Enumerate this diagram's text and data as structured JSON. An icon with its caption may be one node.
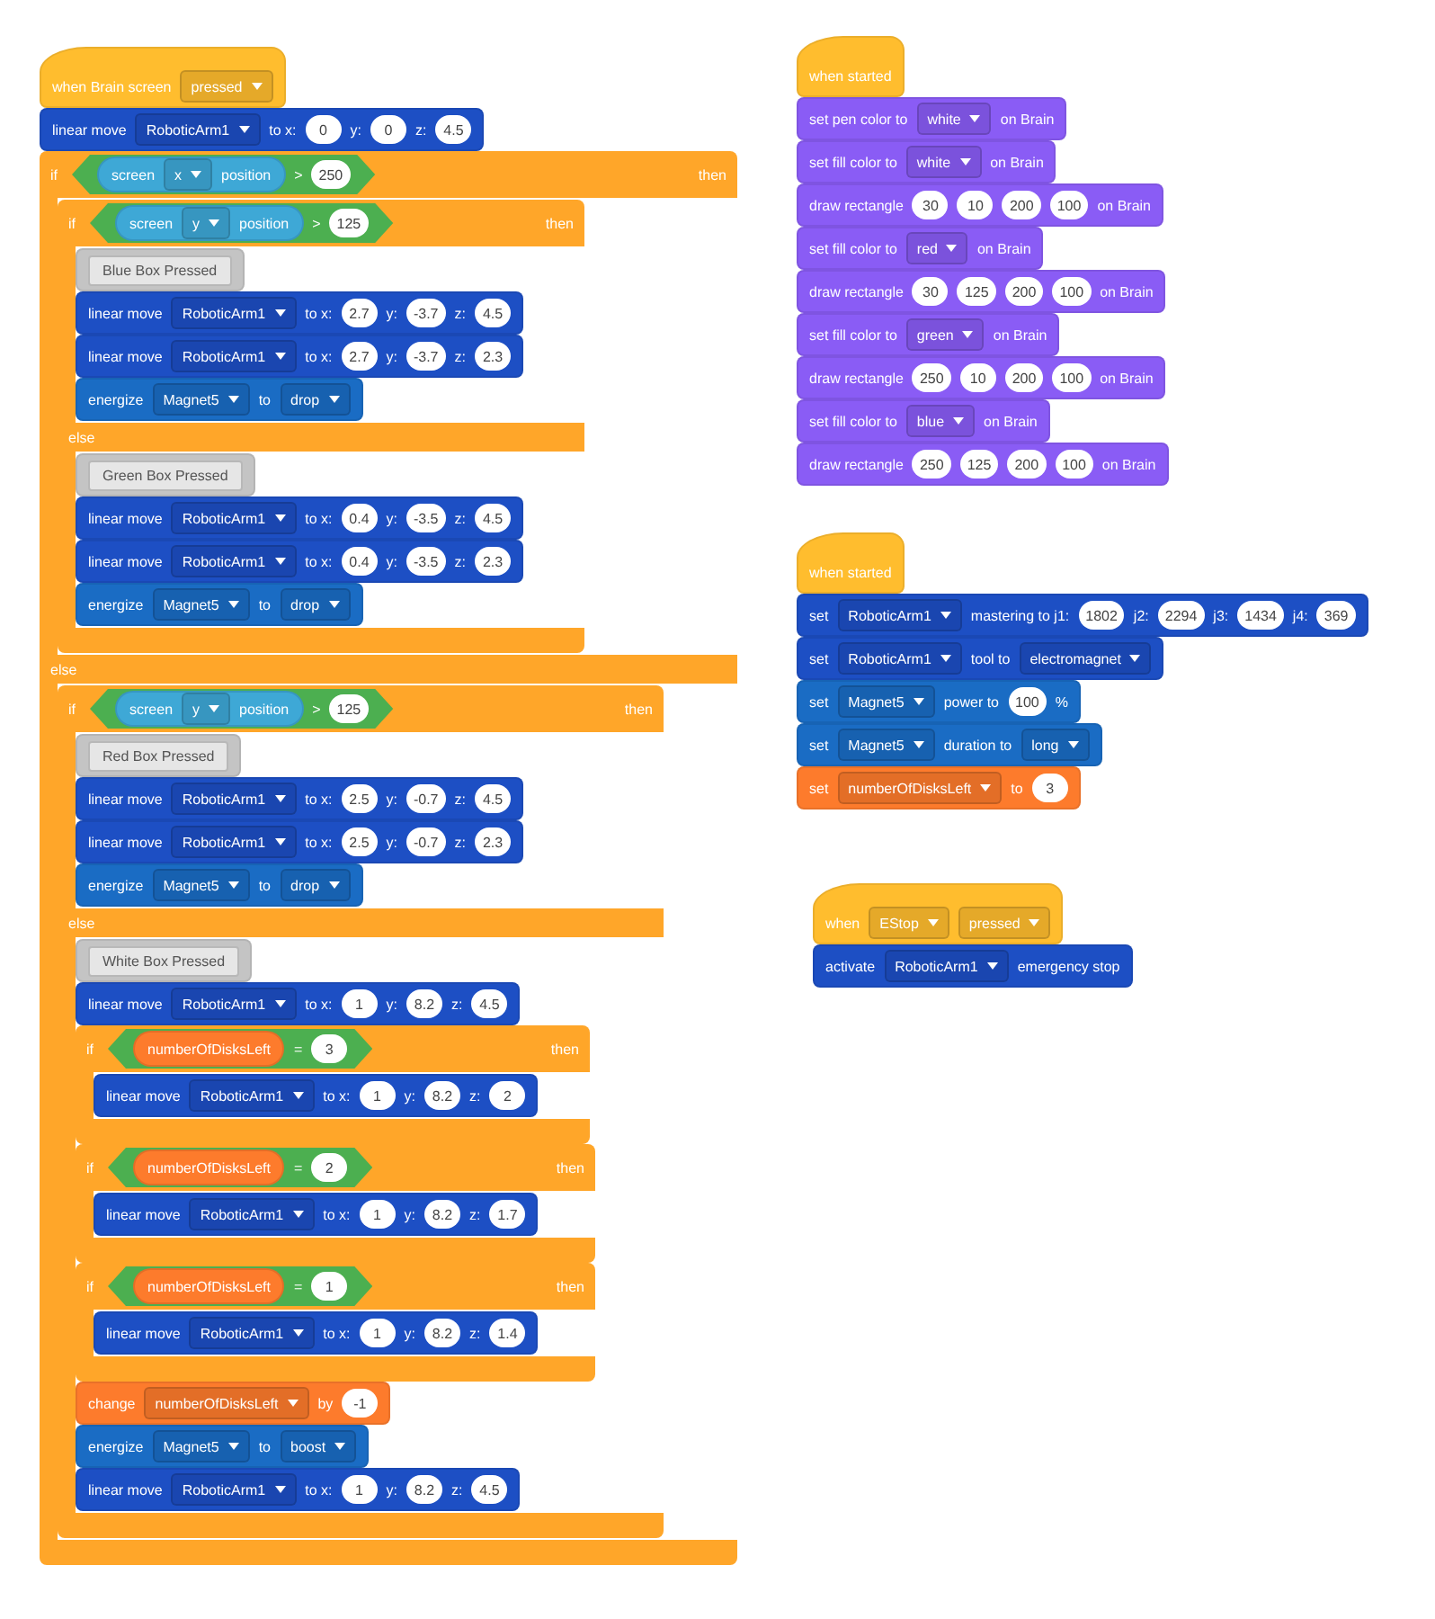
{
  "diagram": {
    "nodes": [
      {
        "text": [
          "when Brain screen",
          "pressed"
        ]
      },
      {
        "text": [
          "linear move",
          "RoboticArm1",
          "to x:",
          "0",
          "y:",
          "0",
          "z:",
          "4.5"
        ]
      },
      {
        "text": [
          "if",
          "then",
          "else"
        ]
      },
      {
        "text": [
          "screen",
          "x",
          "position",
          ">",
          "250"
        ],
        "in": 2
      },
      {
        "text": [
          "if",
          "then",
          "else"
        ],
        "in": 2
      },
      {
        "text": [
          "screen",
          "y",
          "position",
          ">",
          "125"
        ],
        "in": 4
      },
      {
        "text": [
          "Blue Box Pressed"
        ],
        "in": 4
      },
      {
        "text": [
          "linear move",
          "RoboticArm1",
          "to x:",
          "2.7",
          "y:",
          "-3.7",
          "z:",
          "4.5"
        ],
        "in": 4
      },
      {
        "text": [
          "linear move",
          "RoboticArm1",
          "to x:",
          "2.7",
          "y:",
          "-3.7",
          "z:",
          "2.3"
        ],
        "in": 4
      },
      {
        "text": [
          "energize",
          "Magnet5",
          "to",
          "drop"
        ],
        "in": 4
      },
      {
        "text": [
          "Green Box Pressed"
        ],
        "in": 4
      },
      {
        "text": [
          "linear move",
          "RoboticArm1",
          "to x:",
          "0.4",
          "y:",
          "-3.5",
          "z:",
          "4.5"
        ],
        "in": 4
      },
      {
        "text": [
          "linear move",
          "RoboticArm1",
          "to x:",
          "0.4",
          "y:",
          "-3.5",
          "z:",
          "2.3"
        ],
        "in": 4
      },
      {
        "text": [
          "energize",
          "Magnet5",
          "to",
          "drop"
        ],
        "in": 4
      },
      {
        "text": [
          "if",
          "then",
          "else"
        ],
        "in": 2
      },
      {
        "text": [
          "screen",
          "y",
          "position",
          ">",
          "125"
        ],
        "in": 14
      },
      {
        "text": [
          "Red Box Pressed"
        ],
        "in": 14
      },
      {
        "text": [
          "linear move",
          "RoboticArm1",
          "to x:",
          "2.5",
          "y:",
          "-0.7",
          "z:",
          "4.5"
        ],
        "in": 14
      },
      {
        "text": [
          "linear move",
          "RoboticArm1",
          "to x:",
          "2.5",
          "y:",
          "-0.7",
          "z:",
          "2.3"
        ],
        "in": 14
      },
      {
        "text": [
          "energize",
          "Magnet5",
          "to",
          "drop"
        ],
        "in": 14
      },
      {
        "text": [
          "White Box Pressed"
        ],
        "in": 14
      },
      {
        "text": [
          "linear move",
          "RoboticArm1",
          "to x:",
          "1",
          "y:",
          "8.2",
          "z:",
          "4.5"
        ],
        "in": 14
      },
      {
        "text": [
          "if",
          "then"
        ],
        "in": 14
      },
      {
        "text": [
          "numberOfDisksLeft",
          "=",
          "3"
        ],
        "in": 22
      },
      {
        "text": [
          "linear move",
          "RoboticArm1",
          "to x:",
          "1",
          "y:",
          "8.2",
          "z:",
          "2"
        ],
        "in": 22
      },
      {
        "text": [
          "if",
          "then"
        ],
        "in": 14
      },
      {
        "text": [
          "numberOfDisksLeft",
          "=",
          "2"
        ],
        "in": 25
      },
      {
        "text": [
          "linear move",
          "RoboticArm1",
          "to x:",
          "1",
          "y:",
          "8.2",
          "z:",
          "1.7"
        ],
        "in": 25
      },
      {
        "text": [
          "if",
          "then"
        ],
        "in": 14
      },
      {
        "text": [
          "numberOfDisksLeft",
          "=",
          "1"
        ],
        "in": 28
      },
      {
        "text": [
          "linear move",
          "RoboticArm1",
          "to x:",
          "1",
          "y:",
          "8.2",
          "z:",
          "1.4"
        ],
        "in": 28
      },
      {
        "text": [
          "change",
          "numberOfDisksLeft",
          "by",
          "-1"
        ],
        "in": 14
      },
      {
        "text": [
          "energize",
          "Magnet5",
          "to",
          "boost"
        ],
        "in": 14
      },
      {
        "text": [
          "linear move",
          "RoboticArm1",
          "to x:",
          "1",
          "y:",
          "8.2",
          "z:",
          "4.5"
        ],
        "in": 14
      },
      {
        "text": [
          "when started"
        ]
      },
      {
        "text": [
          "set pen color to",
          "white",
          "on Brain"
        ]
      },
      {
        "text": [
          "set fill color to",
          "white",
          "on Brain"
        ]
      },
      {
        "text": [
          "draw rectangle",
          "30",
          "10",
          "200",
          "100",
          "on Brain"
        ]
      },
      {
        "text": [
          "set fill color to",
          "red",
          "on Brain"
        ]
      },
      {
        "text": [
          "draw rectangle",
          "30",
          "125",
          "200",
          "100",
          "on Brain"
        ]
      },
      {
        "text": [
          "set fill color to",
          "green",
          "on Brain"
        ]
      },
      {
        "text": [
          "draw rectangle",
          "250",
          "10",
          "200",
          "100",
          "on Brain"
        ]
      },
      {
        "text": [
          "set fill color to",
          "blue",
          "on Brain"
        ]
      },
      {
        "text": [
          "draw rectangle",
          "250",
          "125",
          "200",
          "100",
          "on Brain"
        ]
      },
      {
        "text": [
          "when started"
        ]
      },
      {
        "text": [
          "set",
          "RoboticArm1",
          "mastering to j1:",
          "1802",
          "j2:",
          "2294",
          "j3:",
          "1434",
          "j4:",
          "369"
        ]
      },
      {
        "text": [
          "set",
          "RoboticArm1",
          "tool to",
          "electromagnet"
        ]
      },
      {
        "text": [
          "set",
          "Magnet5",
          "power to",
          "100",
          "%"
        ]
      },
      {
        "text": [
          "set",
          "Magnet5",
          "duration to",
          "long"
        ]
      },
      {
        "text": [
          "set",
          "numberOfDisksLeft",
          "to",
          "3"
        ]
      },
      {
        "text": [
          "when",
          "EStop",
          "pressed"
        ]
      },
      {
        "text": [
          "activate",
          "RoboticArm1",
          "emergency stop"
        ]
      }
    ]
  }
}
